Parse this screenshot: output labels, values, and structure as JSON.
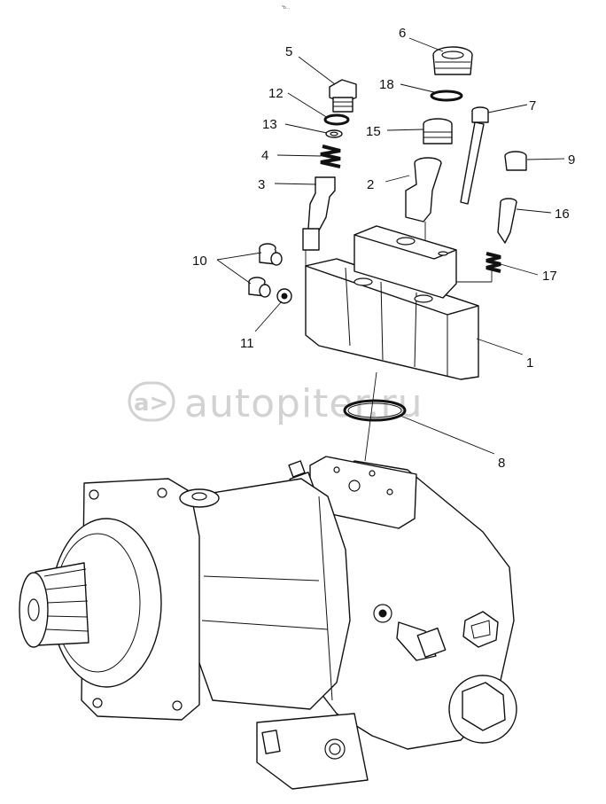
{
  "watermark": {
    "text": "autopiter.ru",
    "logo": "a>"
  },
  "corner_mark": "*b  ..",
  "callouts": [
    {
      "id": "c1",
      "label": "1"
    },
    {
      "id": "c2",
      "label": "2"
    },
    {
      "id": "c3",
      "label": "3"
    },
    {
      "id": "c4",
      "label": "4"
    },
    {
      "id": "c5",
      "label": "5"
    },
    {
      "id": "c6",
      "label": "6"
    },
    {
      "id": "c7",
      "label": "7"
    },
    {
      "id": "c8",
      "label": "8"
    },
    {
      "id": "c9",
      "label": "9"
    },
    {
      "id": "c10",
      "label": "10"
    },
    {
      "id": "c11",
      "label": "11"
    },
    {
      "id": "c12",
      "label": "12"
    },
    {
      "id": "c13",
      "label": "13"
    },
    {
      "id": "c15",
      "label": "15"
    },
    {
      "id": "c16",
      "label": "16"
    },
    {
      "id": "c17",
      "label": "17"
    },
    {
      "id": "c18",
      "label": "18"
    }
  ]
}
